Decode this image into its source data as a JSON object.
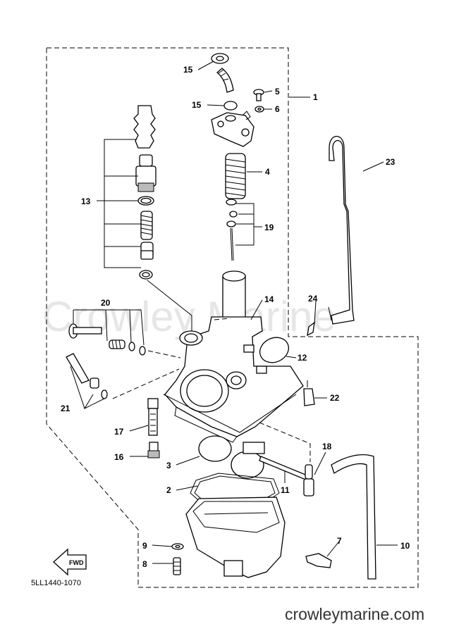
{
  "watermark": "Crowley Marine",
  "brand": "crowleymarine.com",
  "diagram_code": "5LL1440-1070",
  "fwd_label": "FWD",
  "callouts": {
    "c1": "1",
    "c2": "2",
    "c3": "3",
    "c4": "4",
    "c5": "5",
    "c6": "6",
    "c7": "7",
    "c8": "8",
    "c9": "9",
    "c10": "10",
    "c11": "11",
    "c12": "12",
    "c13": "13",
    "c14": "14",
    "c15a": "15",
    "c15b": "15",
    "c16": "16",
    "c17": "17",
    "c18": "18",
    "c19": "19",
    "c20": "20",
    "c21": "21",
    "c22": "22",
    "c23": "23",
    "c24": "24"
  }
}
